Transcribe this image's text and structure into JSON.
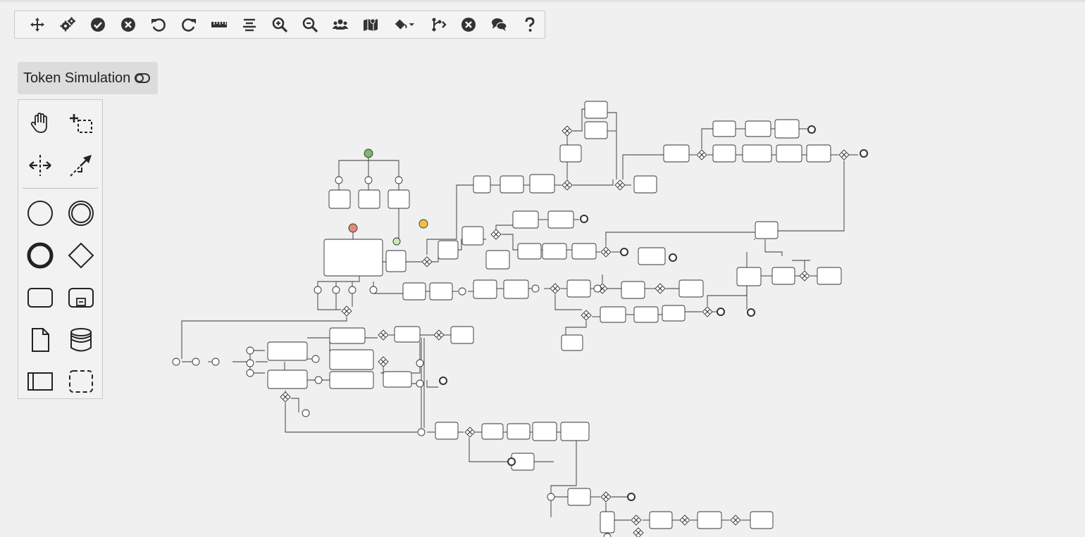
{
  "token_simulation": {
    "label": "Token Simulation"
  },
  "toolbar": {
    "items": [
      {
        "icon": "move-icon",
        "title": "Move canvas"
      },
      {
        "icon": "settings-icon",
        "title": "Settings"
      },
      {
        "icon": "check-icon",
        "title": "Validate"
      },
      {
        "icon": "cancel-icon",
        "title": "Cancel"
      },
      {
        "icon": "undo-icon",
        "title": "Undo"
      },
      {
        "icon": "redo-icon",
        "title": "Redo"
      },
      {
        "icon": "ruler-icon",
        "title": "Measure"
      },
      {
        "icon": "align-icon",
        "title": "Align"
      },
      {
        "icon": "zoom-in-icon",
        "title": "Zoom in"
      },
      {
        "icon": "zoom-out-icon",
        "title": "Zoom out"
      },
      {
        "icon": "users-icon",
        "title": "Users"
      },
      {
        "icon": "map-icon",
        "title": "Map"
      },
      {
        "icon": "paint-bucket-icon",
        "title": "Colors"
      },
      {
        "icon": "branch-icon",
        "title": "Flow"
      },
      {
        "icon": "close-circle-icon",
        "title": "Clear"
      },
      {
        "icon": "comments-icon",
        "title": "Comments"
      },
      {
        "icon": "help-icon",
        "title": "Help"
      }
    ]
  },
  "palette": {
    "items": [
      {
        "icon": "hand-tool-icon"
      },
      {
        "icon": "lasso-tool-icon"
      },
      {
        "icon": "space-tool-icon"
      },
      {
        "icon": "connect-tool-icon"
      },
      {
        "icon": "start-event-icon"
      },
      {
        "icon": "intermediate-event-icon"
      },
      {
        "icon": "end-event-icon"
      },
      {
        "icon": "gateway-icon"
      },
      {
        "icon": "task-icon"
      },
      {
        "icon": "subprocess-icon"
      },
      {
        "icon": "data-object-icon"
      },
      {
        "icon": "data-store-icon"
      },
      {
        "icon": "participant-icon"
      },
      {
        "icon": "group-icon"
      }
    ]
  },
  "colors": {
    "start_event": "#7cb86a",
    "warning_event": "#e58a7c",
    "timer_event": "#f0c040",
    "light_event": "#cde8b8"
  }
}
